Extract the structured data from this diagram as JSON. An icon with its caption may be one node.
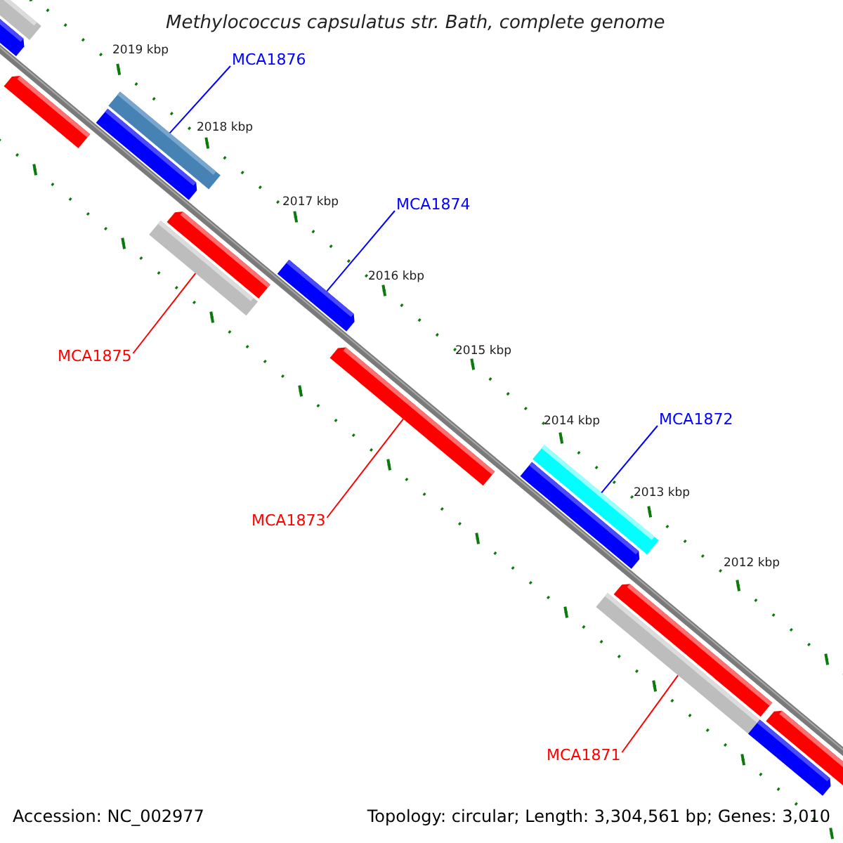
{
  "diagram": {
    "title": "Methylococcus capsulatus str. Bath, complete genome",
    "nodes": [
      {
        "text": [
          "MCA1876"
        ]
      },
      {
        "text": [],
        "shape": "bar"
      },
      {
        "text": [
          "MCA1874"
        ]
      },
      {
        "text": [],
        "shape": "bar"
      },
      {
        "text": [
          "MCA1875"
        ]
      },
      {
        "text": [],
        "shape": "bar"
      },
      {
        "text": [
          "MCA1873"
        ]
      },
      {
        "text": [],
        "shape": "bar"
      },
      {
        "text": [
          "MCA1872"
        ]
      },
      {
        "text": [],
        "shape": "bar"
      },
      {
        "text": [
          "MCA1871"
        ]
      },
      {
        "text": [],
        "shape": "bar"
      },
      {
        "text": [],
        "shape": "bar"
      },
      {
        "text": [],
        "shape": "bar"
      },
      {
        "text": [],
        "shape": "bar"
      },
      {
        "text": [],
        "shape": "bar"
      },
      {
        "text": [],
        "shape": "bar"
      },
      {
        "text": [],
        "shape": "bar"
      },
      {
        "text": [],
        "shape": "bar"
      },
      {
        "text": [],
        "shape": "bar"
      },
      {
        "text": [],
        "shape": "bar"
      }
    ],
    "edges": [
      {
        "from": 0,
        "to": 1,
        "arrow": "none",
        "color": "#0000ff"
      },
      {
        "from": 2,
        "to": 3,
        "arrow": "none",
        "color": "#0000ff"
      },
      {
        "from": 4,
        "to": 5,
        "arrow": "none",
        "color": "#ff0000"
      },
      {
        "from": 6,
        "to": 7,
        "arrow": "none",
        "color": "#ff0000"
      },
      {
        "from": 8,
        "to": 9,
        "arrow": "none",
        "color": "#0000ff"
      },
      {
        "from": 10,
        "to": 11,
        "arrow": "none",
        "color": "#ff0000"
      }
    ],
    "labels": [
      "2019 kbp",
      "2018 kbp",
      "2017 kbp",
      "2016 kbp",
      "2015 kbp",
      "2014 kbp",
      "2013 kbp",
      "2012 kbp",
      "Accession: NC_002977",
      "Topology: circular; Length: 3,304,561 bp; Genes: 3,010"
    ]
  }
}
